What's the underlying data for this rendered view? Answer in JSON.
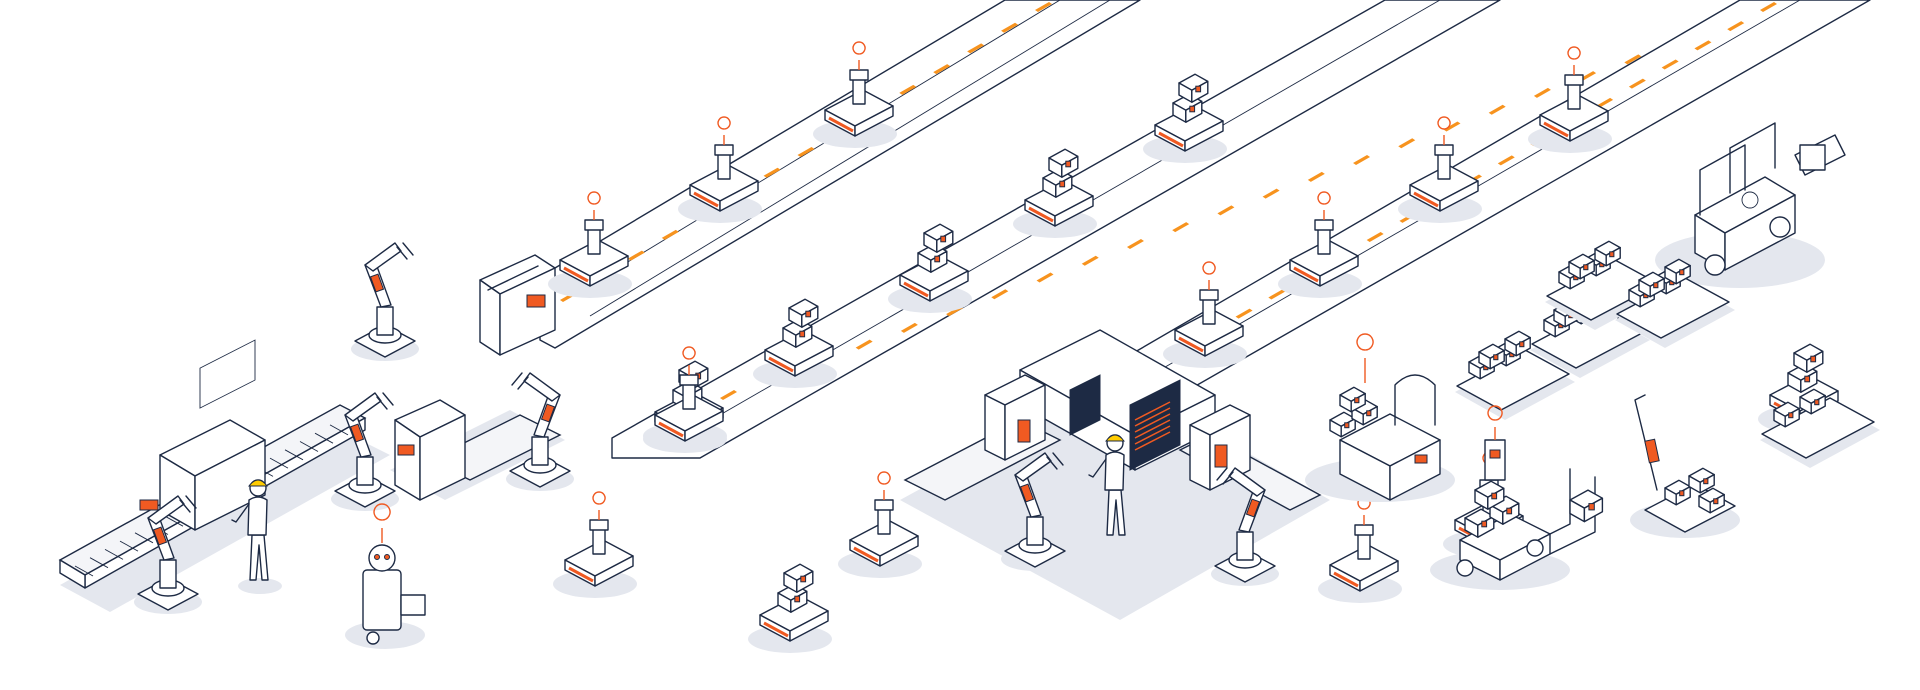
{
  "scene": {
    "subject": "smart-factory-isometric-illustration",
    "colors": {
      "line": "#1d2a44",
      "accent": "#f05a22",
      "route_marker": "#f7931e",
      "shadow": "#e4e7ee",
      "hard_hat": "#ffcc00"
    },
    "route_count": 3,
    "agv_count": 22,
    "robot_arm_count": 6,
    "worker_count": 2
  }
}
